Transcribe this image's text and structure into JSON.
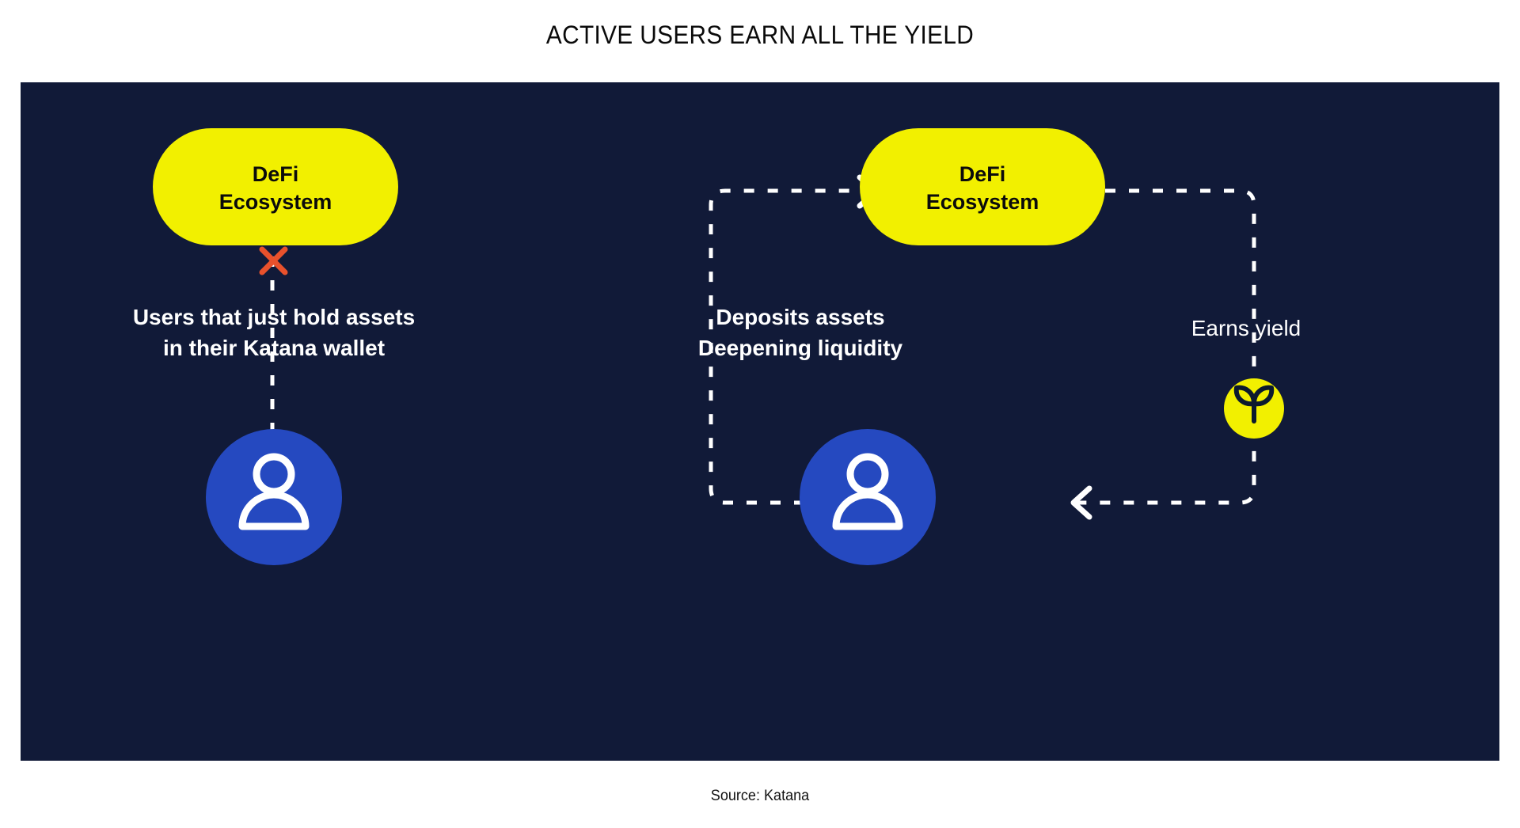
{
  "header": {
    "title": "ACTIVE USERS EARN ALL THE YIELD"
  },
  "footer": {
    "source": "Source: Katana"
  },
  "colors": {
    "page_background": "#ffffff",
    "panel_background": "#111a38",
    "accent_yellow": "#f2f000",
    "avatar_blue": "#2549c0",
    "cross_red": "#e8512c",
    "line_white": "#ffffff",
    "title_black": "#0a0a0a"
  },
  "diagram": {
    "type": "flow",
    "panels": [
      {
        "id": "passive-user",
        "name": "Users that just hold assets",
        "node_pill": {
          "label_line1": "DeFi",
          "label_line2": "Ecosystem"
        },
        "blocked_marker": "x-mark",
        "caption_line1": "Users that just hold assets",
        "caption_line2": "in their Katana wallet",
        "actor": "user-avatar",
        "connection": "dashed-blocked"
      },
      {
        "id": "active-user",
        "name": "Active users earn yield",
        "node_pill": {
          "label_line1": "DeFi",
          "label_line2": "Ecosystem"
        },
        "caption_left_line1": "Deposits assets",
        "caption_left_line2": "Deepening liquidity",
        "caption_right_line1": "Earns yield",
        "yield_badge": "sprout-icon",
        "actor": "user-avatar",
        "connection": "dashed-cycle-arrows"
      }
    ]
  }
}
